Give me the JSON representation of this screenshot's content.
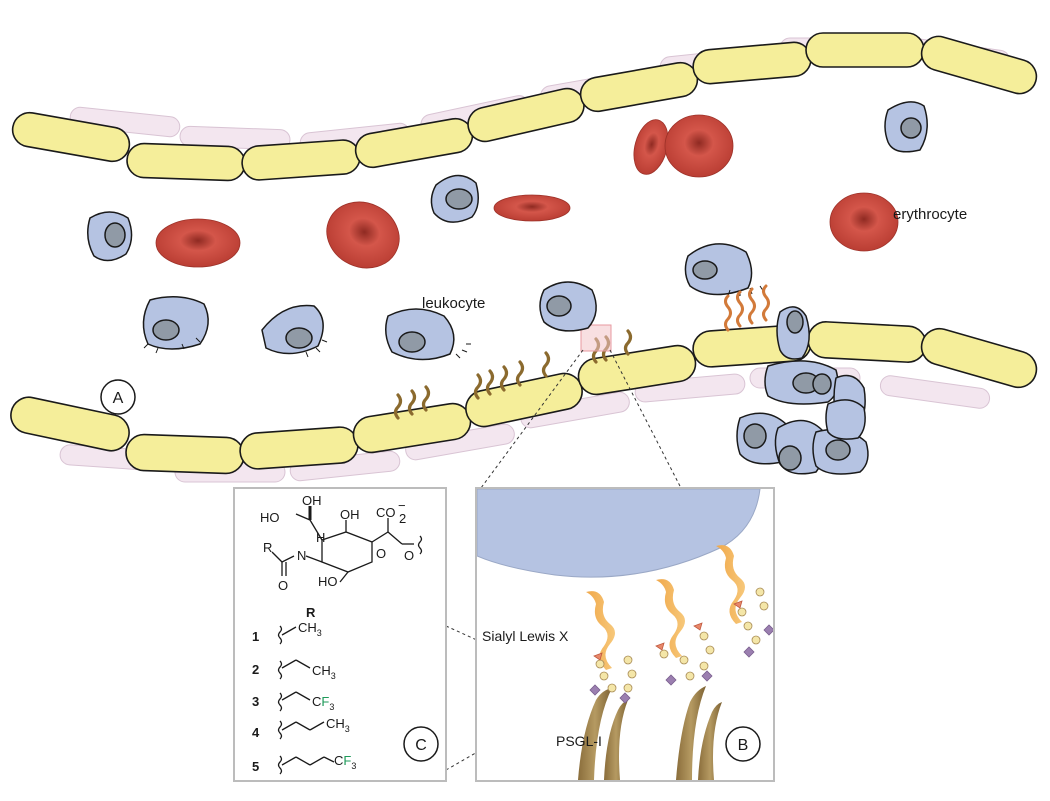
{
  "labels": {
    "erythrocyte": "erythrocyte",
    "leukocyte": "leukocyte",
    "sialyl_lewis_x": "Sialyl Lewis X",
    "psgl1": "PSGL-I"
  },
  "panels": {
    "a": "A",
    "b": "B",
    "c": "C"
  },
  "chemistry": {
    "r_header": "R",
    "substituents": [
      {
        "num": "1",
        "group": "CH3"
      },
      {
        "num": "2",
        "group": "CH3"
      },
      {
        "num": "3",
        "group": "CF3"
      },
      {
        "num": "4",
        "group": "CH3"
      },
      {
        "num": "5",
        "group": "CF3"
      }
    ],
    "sugar_labels": {
      "oh_top": "OH",
      "ho_left": "HO",
      "oh_mid": "OH",
      "co2": "CO2",
      "r": "R",
      "n": "N",
      "h": "H",
      "o_ring": "O",
      "o_link": "O",
      "ho_bottom": "HO",
      "o_carbonyl": "O"
    }
  },
  "colors": {
    "endothelial": "#f5ee9a",
    "leukocyte": "#b5c3e2",
    "nucleus": "#909aa6",
    "erythrocyte": "#c9473d",
    "ligand": "#8b6a2e",
    "slex": "#f3b65c",
    "psgl": "#a88b55",
    "fluorine": "#1e9a5a"
  }
}
